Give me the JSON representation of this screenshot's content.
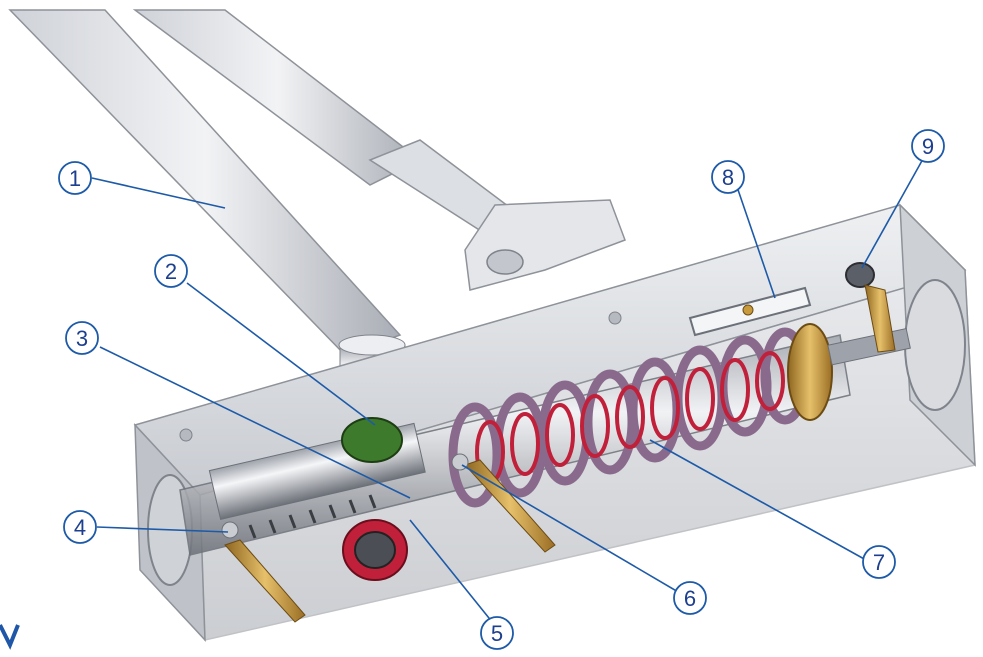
{
  "colors": {
    "callout": "#1d5aa8",
    "body_light": "#e6e7ea",
    "body_mid": "#b9bcc2",
    "body_dark": "#7f838b",
    "spring_outer": "#8a6a8c",
    "spring_inner": "#c0203a",
    "brass": "#c89a3c",
    "edge_mark": "#1f56a8"
  },
  "callouts": [
    {
      "id": 1,
      "label": "1"
    },
    {
      "id": 2,
      "label": "2"
    },
    {
      "id": 3,
      "label": "3"
    },
    {
      "id": 4,
      "label": "4"
    },
    {
      "id": 5,
      "label": "5"
    },
    {
      "id": 6,
      "label": "6"
    },
    {
      "id": 7,
      "label": "7"
    },
    {
      "id": 8,
      "label": "8"
    },
    {
      "id": 9,
      "label": "9"
    }
  ]
}
